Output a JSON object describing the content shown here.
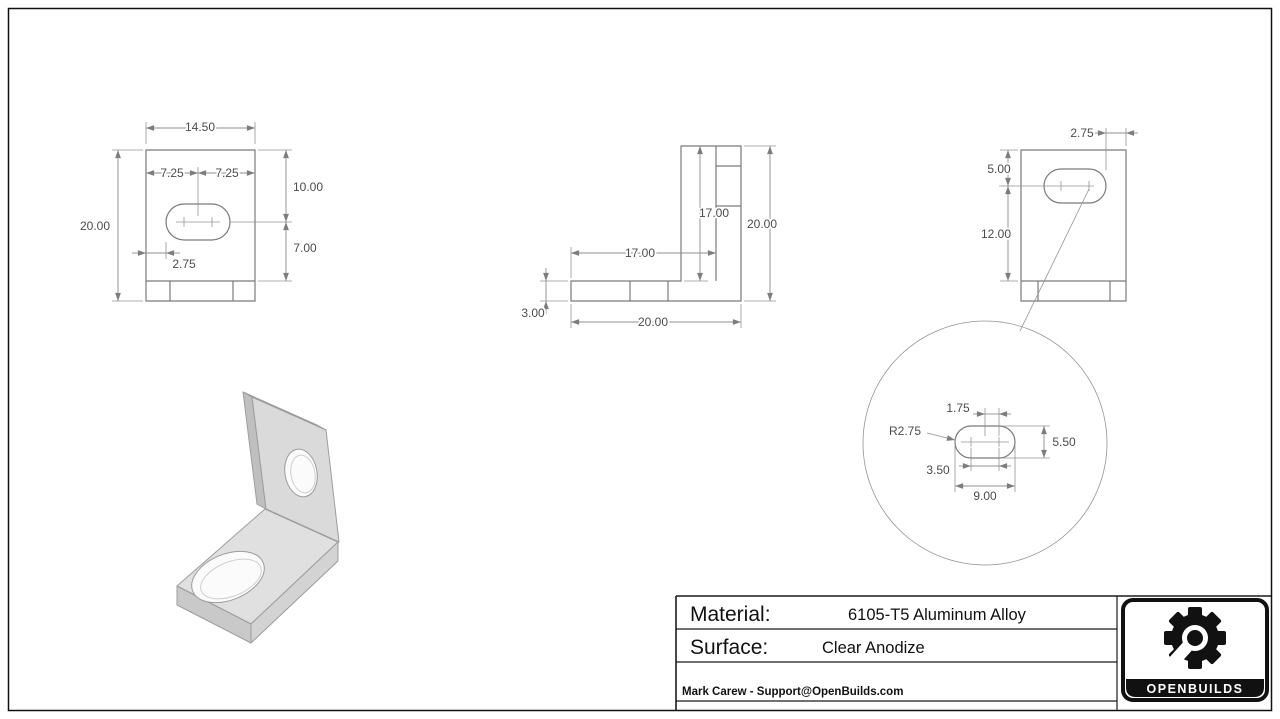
{
  "views": {
    "front": {
      "width": "14.50",
      "left_to_center": "7.25",
      "center_to_right": "7.25",
      "top_to_slot": "10.00",
      "slot_to_base": "7.00",
      "height": "20.00",
      "slot_edge": "2.75"
    },
    "side": {
      "leg_height": "17.00",
      "leg_length": "17.00",
      "height": "20.00",
      "thickness": "3.00",
      "width": "20.00"
    },
    "end": {
      "slot_to_edge": "2.75",
      "top_to_slot": "5.00",
      "slot_to_bottom": "12.00"
    },
    "detail": {
      "center_to_arc": "1.75",
      "radius": "R2.75",
      "slot_height": "5.50",
      "arc_spacing": "3.50",
      "slot_length": "9.00"
    }
  },
  "title_block": {
    "material_label": "Material:",
    "material_value": "6105-T5 Aluminum Alloy",
    "surface_label": "Surface:",
    "surface_value": "Clear Anodize",
    "credit": "Mark Carew - Support@OpenBuilds.com",
    "brand": "OPENBUILDS"
  },
  "colors": {
    "line_gray": "#7a7a7a",
    "dim_gray": "#8f8f8f",
    "black": "#111111"
  }
}
